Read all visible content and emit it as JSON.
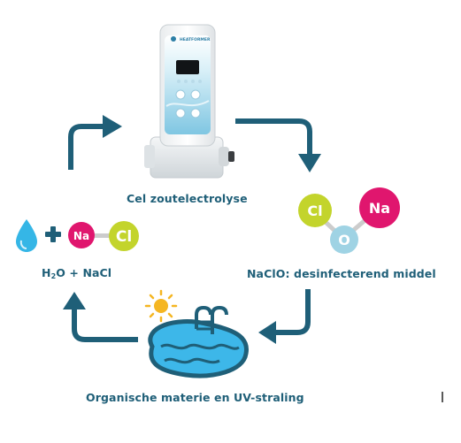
{
  "labels": {
    "cell": "Cel zoutelectrolyse",
    "h2o_nacl": {
      "h": "H",
      "sub": "2",
      "rest": "O + NaCl"
    },
    "naclo": "NaClO: desinfecterend middel",
    "organic": "Organische materie en UV-straling"
  },
  "device": {
    "brand": "HEATFORMER"
  },
  "molecules": {
    "left": {
      "na": "Na",
      "cl": "Cl"
    },
    "right": {
      "cl": "Cl",
      "o": "O",
      "na": "Na"
    }
  },
  "colors": {
    "arrow": "#1f5f78",
    "label": "#1f5f78",
    "na": "#e0166e",
    "cl": "#c3d42c",
    "o": "#9fd3e4",
    "water_drop": "#35b6e6",
    "sun": "#f5b622",
    "pool": "#3db7e9"
  },
  "icons": [
    "water-drop-icon",
    "plus-icon",
    "sun-icon",
    "pool-icon"
  ]
}
